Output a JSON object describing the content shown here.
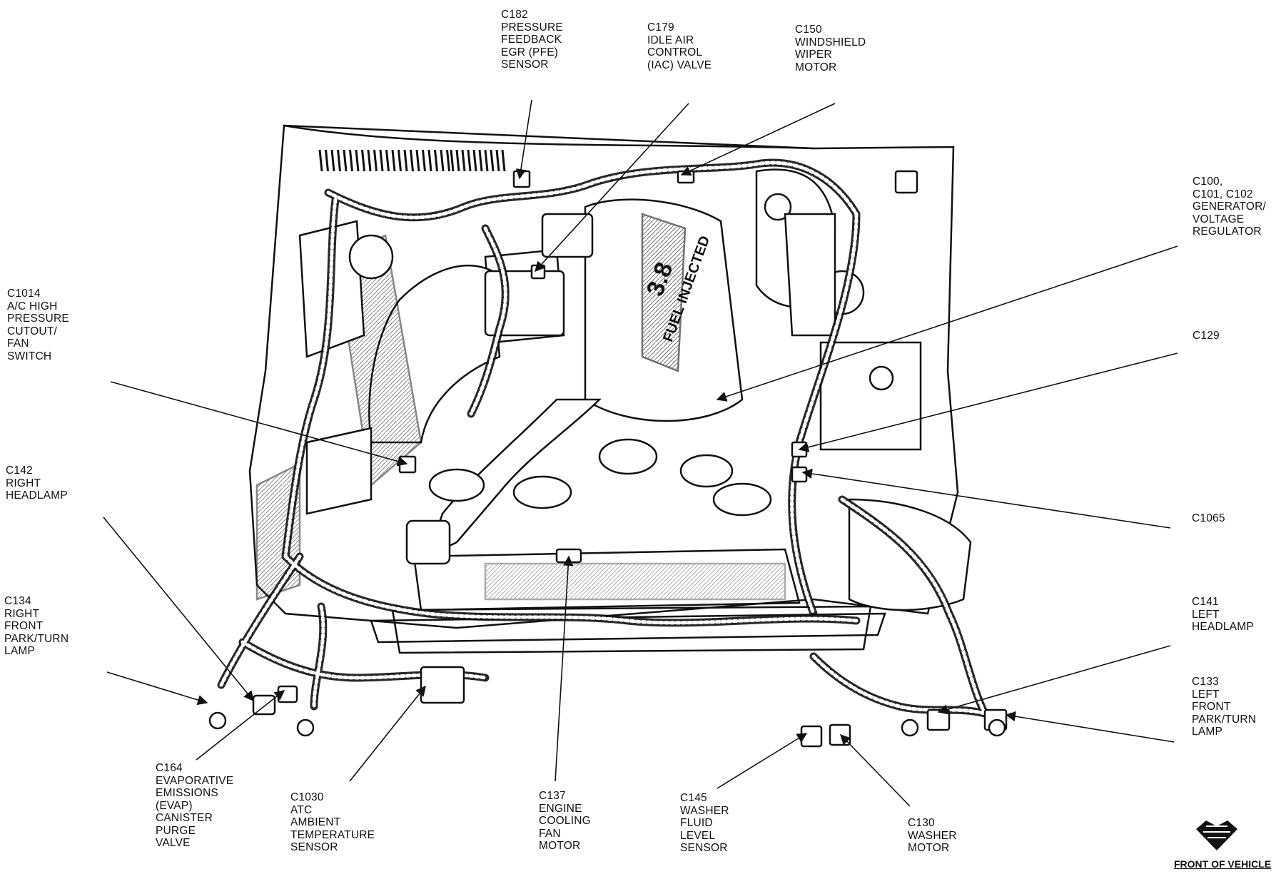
{
  "callouts": {
    "c182": [
      "C182",
      "PRESSURE",
      "FEEDBACK",
      "EGR (PFE)",
      "SENSOR"
    ],
    "c179": [
      "C179",
      "IDLE AIR",
      "CONTROL",
      "(IAC) VALVE"
    ],
    "c150": [
      "C150",
      "WINDSHIELD",
      "WIPER",
      "MOTOR"
    ],
    "c100": [
      "C100,",
      "C101, C102",
      "GENERATOR/",
      "VOLTAGE",
      "REGULATOR"
    ],
    "c1014": [
      "C1014",
      "A/C HIGH",
      "PRESSURE",
      "CUTOUT/",
      "FAN",
      "SWITCH"
    ],
    "c129": [
      "C129"
    ],
    "c142": [
      "C142",
      "RIGHT",
      "HEADLAMP"
    ],
    "c1065": [
      "C1065"
    ],
    "c134": [
      "C134",
      "RIGHT",
      "FRONT",
      "PARK/TURN",
      "LAMP"
    ],
    "c141": [
      "C141",
      "LEFT",
      "HEADLAMP"
    ],
    "c133": [
      "C133",
      "LEFT",
      "FRONT",
      "PARK/TURN",
      "LAMP"
    ],
    "c164": [
      "C164",
      "EVAPORATIVE",
      "EMISSIONS",
      "(EVAP)",
      "CANISTER",
      "PURGE",
      "VALVE"
    ],
    "c1030": [
      "C1030",
      "ATC",
      "AMBIENT",
      "TEMPERATURE",
      "SENSOR"
    ],
    "c137": [
      "C137",
      "ENGINE",
      "COOLING",
      "FAN",
      "MOTOR"
    ],
    "c145": [
      "C145",
      "WASHER",
      "FLUID",
      "LEVEL",
      "SENSOR"
    ],
    "c130": [
      "C130",
      "WASHER",
      "MOTOR"
    ]
  },
  "engine_badge": {
    "displacement": "3.8",
    "script": "FUEL INJECTED"
  },
  "front_of_vehicle": "FRONT OF VEHICLE",
  "colors": {
    "ink": "#111111",
    "background": "#ffffff"
  }
}
